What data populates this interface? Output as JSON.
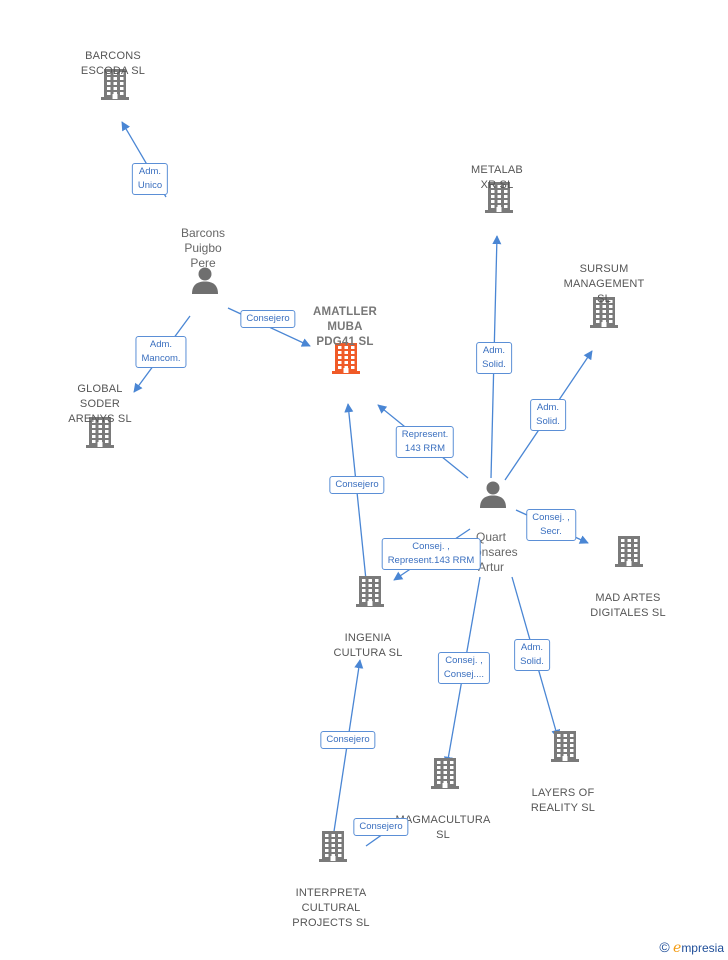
{
  "nodes": {
    "barcons_escoda": {
      "label": "BARCONS\nESCODA  SL",
      "kind": "company"
    },
    "barcons_puigbo": {
      "label": "Barcons\nPuigbo\nPere",
      "kind": "person"
    },
    "global_soder": {
      "label": "GLOBAL\nSODER\nARENYS  SL",
      "kind": "company"
    },
    "amatller": {
      "label": "AMATLLER\nMUBA\nPDG41  SL",
      "kind": "main"
    },
    "metalab": {
      "label": "METALAB\nXR  SL",
      "kind": "company"
    },
    "sursum": {
      "label": "SURSUM\nMANAGEMENT\nSL",
      "kind": "company"
    },
    "quart": {
      "label": "Quart\nAlonsares\nArtur",
      "kind": "person"
    },
    "mad_artes": {
      "label": "MAD ARTES\nDIGITALES  SL",
      "kind": "company"
    },
    "ingenia": {
      "label": "INGENIA\nCULTURA  SL",
      "kind": "company"
    },
    "magmacultura": {
      "label": "MAGMACULTURA\nSL",
      "kind": "company"
    },
    "layers": {
      "label": "LAYERS OF\nREALITY  SL",
      "kind": "company"
    },
    "interpreta": {
      "label": "INTERPRETA\nCULTURAL\nPROJECTS SL",
      "kind": "company"
    }
  },
  "edges": [
    {
      "from": "barcons_puigbo",
      "to": "barcons_escoda",
      "label": "Adm.\nUnico"
    },
    {
      "from": "barcons_puigbo",
      "to": "global_soder",
      "label": "Adm.\nMancom."
    },
    {
      "from": "barcons_puigbo",
      "to": "amatller",
      "label": "Consejero"
    },
    {
      "from": "quart",
      "to": "amatller",
      "label": "Represent.\n143 RRM"
    },
    {
      "from": "quart",
      "to": "metalab",
      "label": "Adm.\nSolid."
    },
    {
      "from": "quart",
      "to": "sursum",
      "label": "Adm.\nSolid."
    },
    {
      "from": "quart",
      "to": "mad_artes",
      "label": "Consej. ,\nSecr."
    },
    {
      "from": "quart",
      "to": "ingenia",
      "label": "Consej. ,\nRepresent.143 RRM"
    },
    {
      "from": "quart",
      "to": "magmacultura",
      "label": "Consej. ,\nConsej...."
    },
    {
      "from": "quart",
      "to": "layers",
      "label": "Adm.\nSolid."
    },
    {
      "from": "ingenia",
      "to": "amatller",
      "label": "Consejero"
    },
    {
      "from": "interpreta",
      "to": "ingenia",
      "label": "Consejero"
    },
    {
      "from": "interpreta",
      "to": "magmacultura",
      "label": "Consejero"
    }
  ],
  "colors": {
    "edge": "#4a86d4",
    "building": "#7a7a7a",
    "main_building": "#f05a28",
    "person": "#6f6f6f"
  },
  "brand": {
    "copyright": "©",
    "initial": "e",
    "rest": "mpresia"
  }
}
